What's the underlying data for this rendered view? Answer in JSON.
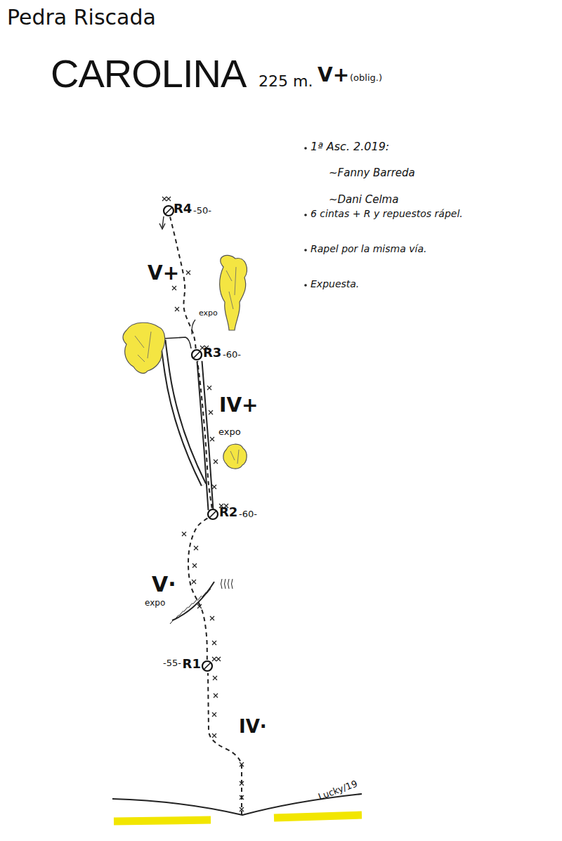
{
  "diagram": {
    "title": "CAROLINA",
    "nodes": [
      {
        "text": [
          "R4",
          "-50-"
        ]
      },
      {
        "text": [
          "R3",
          "-60-"
        ]
      },
      {
        "text": [
          "R2",
          "-60-"
        ]
      },
      {
        "text": [
          "R1",
          "-55-"
        ]
      }
    ],
    "edges": [
      {
        "from": 3,
        "to": 2,
        "arrow": "none"
      },
      {
        "from": 2,
        "to": 1,
        "arrow": "none"
      },
      {
        "from": 1,
        "to": 0,
        "arrow": "none"
      }
    ],
    "labels": [
      "Pedra Riscada",
      "225 m.",
      "V+",
      "(oblig.)",
      "1ª Asc. 2.019:",
      "~Fanny Barreda",
      "~Dani Celma",
      "6 cintas + R y repuestos rápel.",
      "Rapel por la misma vía.",
      "Expuesta.",
      "V+",
      "expo",
      "IV+",
      "expo",
      "V·",
      "expo",
      "IV·",
      "Lucky/19"
    ]
  }
}
